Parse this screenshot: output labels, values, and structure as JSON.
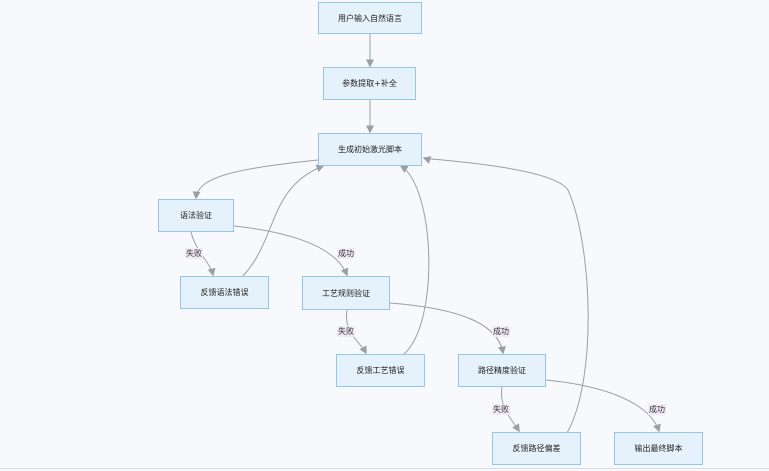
{
  "nodes": {
    "input": "用户输入自然语言",
    "extract": "参数提取+补全",
    "generate": "生成初始激光脚本",
    "syntax": "语法验证",
    "syntax_fb": "反馈语法错误",
    "process": "工艺规则验证",
    "process_fb": "反馈工艺错误",
    "path": "路径精度验证",
    "path_fb": "反馈路径偏差",
    "output": "输出最终脚本"
  },
  "edge_labels": {
    "fail": "失败",
    "success": "成功"
  },
  "colors": {
    "node_fill": "#e6f2fb",
    "node_border": "#92c7ea",
    "edge": "#9aa0a8",
    "label_bg": "#f2e9f6",
    "background": "#f8f9fc"
  }
}
